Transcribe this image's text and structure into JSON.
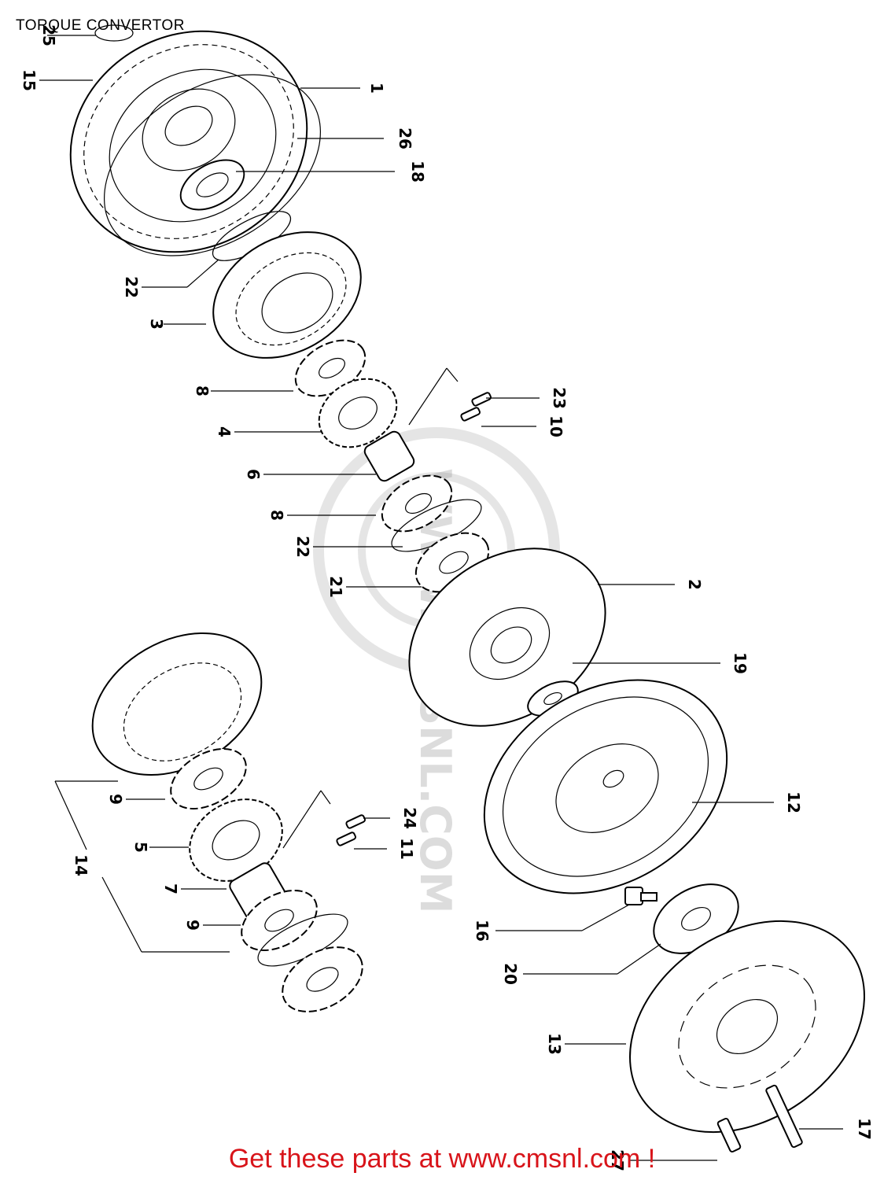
{
  "title": "TORQUE CONVERTOR",
  "footer": "Get these parts at www.cmsnl.com !",
  "watermark": {
    "text": "WWW.CMSNL.COM",
    "color": "#dcdcdc"
  },
  "colors": {
    "footer_text": "#d8141a",
    "line": "#000000",
    "background": "#ffffff"
  },
  "callouts": [
    {
      "id": "c25",
      "label": "25"
    },
    {
      "id": "c15",
      "label": "15"
    },
    {
      "id": "c1",
      "label": "1"
    },
    {
      "id": "c26",
      "label": "26"
    },
    {
      "id": "c18",
      "label": "18"
    },
    {
      "id": "c22a",
      "label": "22"
    },
    {
      "id": "c3",
      "label": "3"
    },
    {
      "id": "c8a",
      "label": "8"
    },
    {
      "id": "c23",
      "label": "23"
    },
    {
      "id": "c4",
      "label": "4"
    },
    {
      "id": "c10",
      "label": "10"
    },
    {
      "id": "c6",
      "label": "6"
    },
    {
      "id": "c8b",
      "label": "8"
    },
    {
      "id": "c22b",
      "label": "22"
    },
    {
      "id": "c21",
      "label": "21"
    },
    {
      "id": "c2",
      "label": "2"
    },
    {
      "id": "c19",
      "label": "19"
    },
    {
      "id": "c12",
      "label": "12"
    },
    {
      "id": "c9a",
      "label": "9"
    },
    {
      "id": "c24",
      "label": "24"
    },
    {
      "id": "c14",
      "label": "14"
    },
    {
      "id": "c5",
      "label": "5"
    },
    {
      "id": "c11",
      "label": "11"
    },
    {
      "id": "c7",
      "label": "7"
    },
    {
      "id": "c9b",
      "label": "9"
    },
    {
      "id": "c16",
      "label": "16"
    },
    {
      "id": "c20",
      "label": "20"
    },
    {
      "id": "c13",
      "label": "13"
    },
    {
      "id": "c27",
      "label": "27"
    },
    {
      "id": "c17",
      "label": "17"
    }
  ]
}
